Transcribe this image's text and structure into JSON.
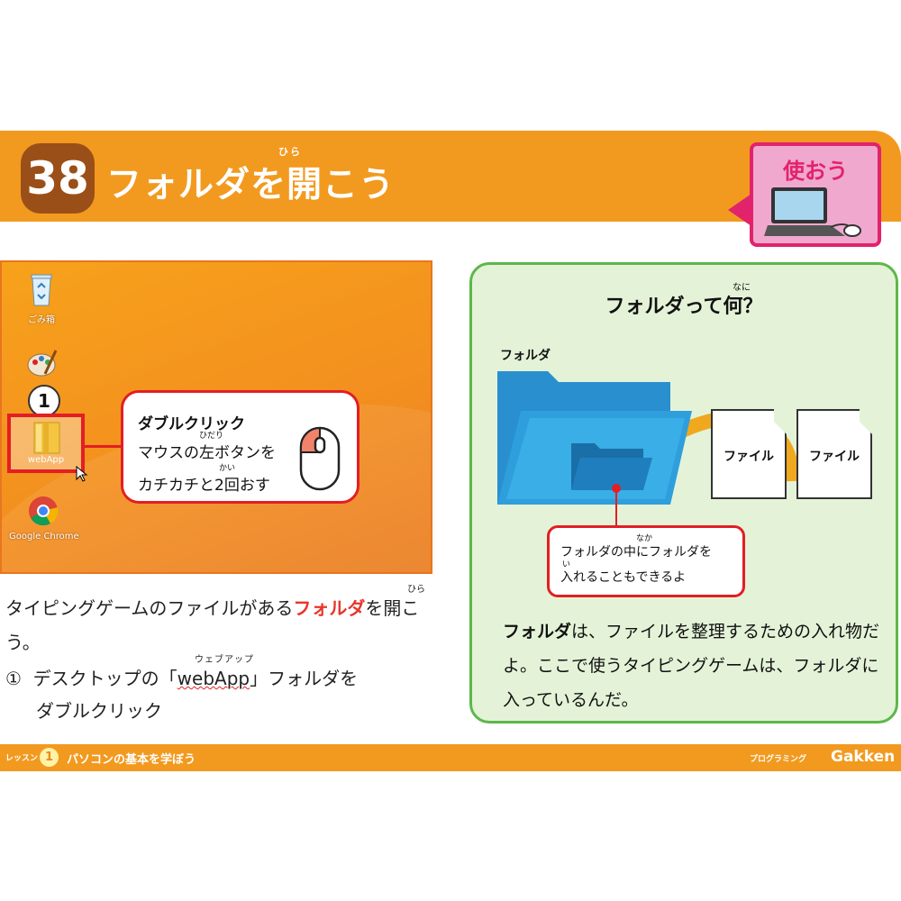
{
  "header": {
    "number": "38",
    "title": "フォルダを開こう",
    "title_ruby": "ひら",
    "badge_label": "使おう"
  },
  "desktop": {
    "icons": [
      {
        "name": "recycle-bin",
        "label": "ごみ箱"
      },
      {
        "name": "paint",
        "label": ""
      },
      {
        "name": "webapp-folder",
        "label": "webApp"
      },
      {
        "name": "google-chrome",
        "label": "Google Chrome"
      }
    ],
    "step_number": "1",
    "callout": {
      "title": "ダブルクリック",
      "line1": "マウスの左ボタンを",
      "line1_ruby": "ひだり",
      "line2": "カチカチと2回おす",
      "line2_ruby": "かい"
    }
  },
  "instructions": {
    "lead_before": "タイピングゲームのファイルがある",
    "lead_highlight": "フォルダ",
    "lead_after": "を開こう。",
    "lead_ruby": "ひら",
    "step_marker": "①",
    "step_before": "デスクトップの「",
    "step_folder": "webApp",
    "step_folder_ruby": "ウェブアップ",
    "step_after": "」フォルダを",
    "step_line2": "ダブルクリック"
  },
  "panel": {
    "title": "フォルダって何？",
    "title_ruby": "なに",
    "folder_label": "フォルダ",
    "file_labels": [
      "ファイル",
      "ファイル"
    ],
    "inner_callout_line1": "フォルダの中にフォルダを",
    "inner_callout_line1_ruby": "なか",
    "inner_callout_line2": "入れることもできるよ",
    "inner_callout_line2_ruby": "い",
    "body_bold": "フォルダ",
    "body_text": "は、ファイルを整理するための入れ物だよ。ここで使うタイピングゲームは、フォルダに入っているんだ。"
  },
  "footer": {
    "lesson_label": "レッスン",
    "lesson_number": "1",
    "subtitle": "パソコンの基本を学ぼう",
    "category": "プログラミング",
    "brand": "Gakken"
  },
  "colors": {
    "orange": "#f29a1f",
    "brown": "#9b4f18",
    "red": "#e31e24",
    "pink": "#f0a8cf",
    "green_border": "#5cb84a",
    "green_bg": "#e4f3d8",
    "folder_blue": "#2a8fcf"
  }
}
